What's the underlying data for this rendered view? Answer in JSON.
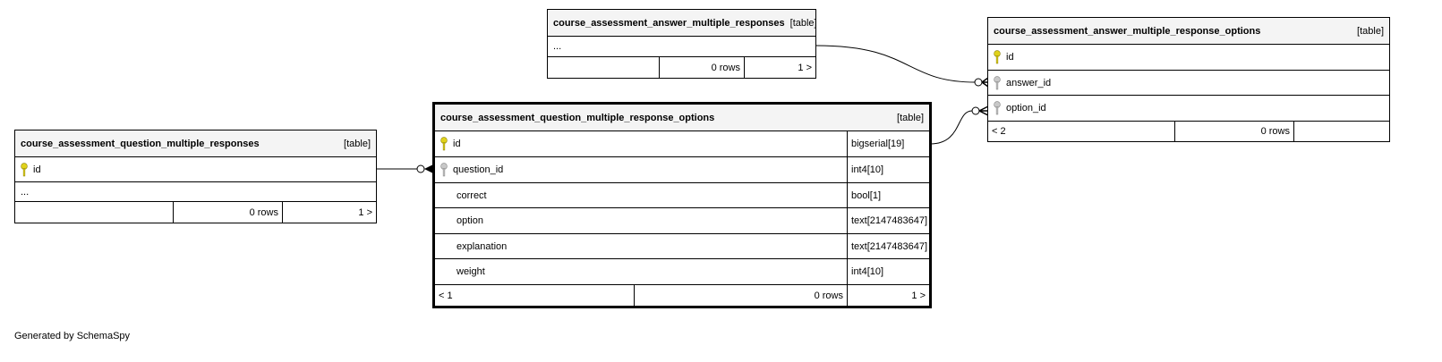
{
  "tables": {
    "q_responses": {
      "name": "course_assessment_question_multiple_responses",
      "tag": "[table]",
      "columns": [
        {
          "name": "id",
          "key": "primary"
        }
      ],
      "ellipsis": "...",
      "footer": {
        "left": "",
        "rows": "0 rows",
        "right": "1 >"
      }
    },
    "q_options": {
      "name": "course_assessment_question_multiple_response_options",
      "tag": "[table]",
      "columns": [
        {
          "name": "id",
          "type": "bigserial[19]",
          "key": "primary"
        },
        {
          "name": "question_id",
          "type": "int4[10]",
          "key": "foreign"
        },
        {
          "name": "correct",
          "type": "bool[1]",
          "key": "none"
        },
        {
          "name": "option",
          "type": "text[2147483647]",
          "key": "none"
        },
        {
          "name": "explanation",
          "type": "text[2147483647]",
          "key": "none"
        },
        {
          "name": "weight",
          "type": "int4[10]",
          "key": "none"
        }
      ],
      "footer": {
        "left": "< 1",
        "rows": "0 rows",
        "right": "1 >"
      }
    },
    "a_responses": {
      "name": "course_assessment_answer_multiple_responses",
      "tag": "[table]",
      "ellipsis": "...",
      "footer": {
        "left": "",
        "rows": "0 rows",
        "right": "1 >"
      }
    },
    "a_options": {
      "name": "course_assessment_answer_multiple_response_options",
      "tag": "[table]",
      "columns": [
        {
          "name": "id",
          "key": "primary"
        },
        {
          "name": "answer_id",
          "key": "foreign"
        },
        {
          "name": "option_id",
          "key": "foreign"
        }
      ],
      "footer": {
        "left": "< 2",
        "rows": "0 rows",
        "right": ""
      }
    }
  },
  "colors": {
    "primary_key": "#e0d21c",
    "foreign_key": "#a8a8a8",
    "header_bg": "#f4f4f4"
  },
  "icons": {
    "primary": "primary-key-icon",
    "foreign": "foreign-key-icon"
  },
  "credit": "Generated by SchemaSpy"
}
